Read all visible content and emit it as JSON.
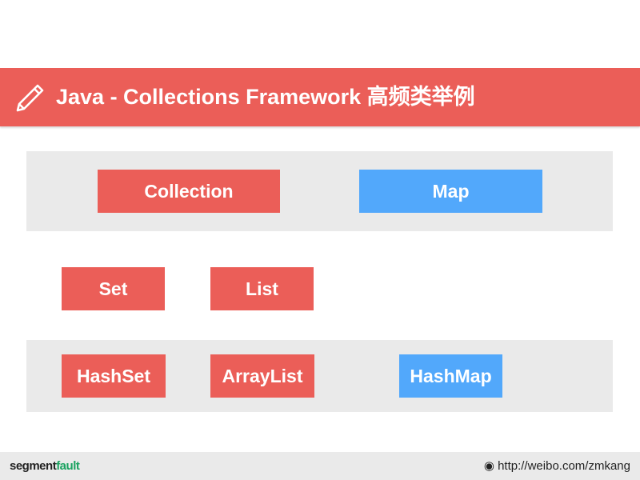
{
  "header": {
    "title": "Java - Collections Framework 高频类举例",
    "icon": "pencil-icon"
  },
  "row1": {
    "collection": "Collection",
    "map": "Map"
  },
  "row2": {
    "set": "Set",
    "list": "List"
  },
  "row3": {
    "hashset": "HashSet",
    "arraylist": "ArrayList",
    "hashmap": "HashMap"
  },
  "footer": {
    "logo_a": "segment",
    "logo_b": "fault",
    "link": "http://weibo.com/zmkang",
    "weibo_icon": "weibo-icon"
  },
  "colors": {
    "red": "#eb5e58",
    "blue": "#52a8fb",
    "gray": "#eaeaea"
  }
}
